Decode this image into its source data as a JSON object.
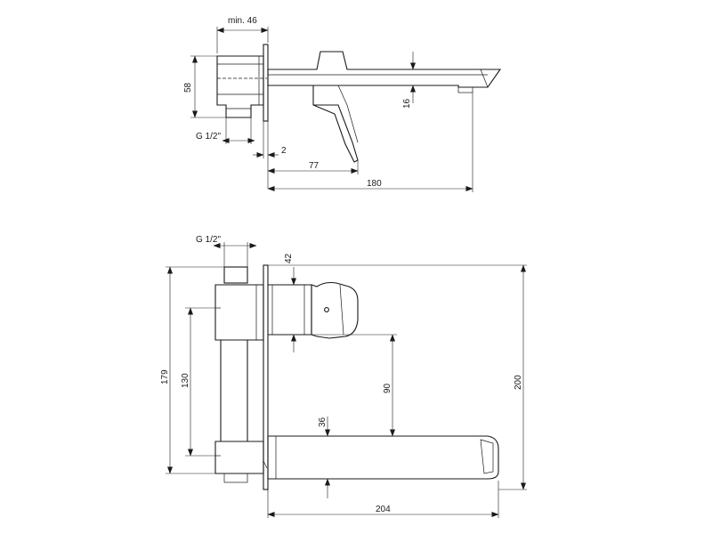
{
  "side_view": {
    "dims": {
      "min_width": "min. 46",
      "height_58": "58",
      "thread": "G 1/2\"",
      "gap_2": "2",
      "lever_77": "77",
      "spout_180": "180",
      "spout_height_16": "16"
    }
  },
  "front_view": {
    "dims": {
      "thread": "G 1/2\"",
      "h_42": "42",
      "h_179": "179",
      "h_130": "130",
      "h_90": "90",
      "h_36": "36",
      "h_200": "200",
      "w_204": "204"
    }
  }
}
